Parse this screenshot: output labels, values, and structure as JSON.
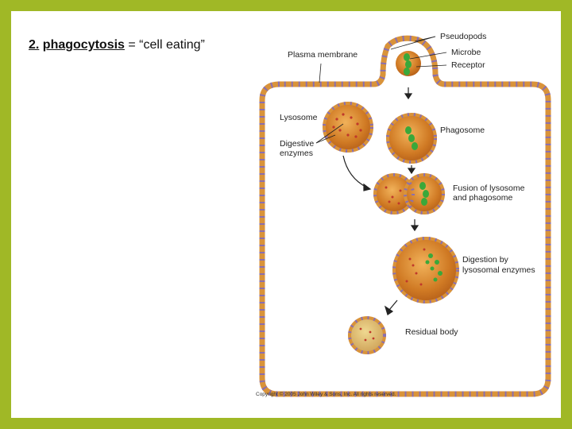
{
  "heading": {
    "number": "2.",
    "term": "phagocytosis",
    "separator": " = ",
    "definition": "“cell eating”"
  },
  "diagram": {
    "labels": {
      "pseudopods": "Pseudopods",
      "plasma_membrane": "Plasma membrane",
      "microbe": "Microbe",
      "receptor": "Receptor",
      "lysosome": "Lysosome",
      "phagosome": "Phagosome",
      "digestive_enzymes_1": "Digestive",
      "digestive_enzymes_2": "enzymes",
      "fusion_1": "Fusion of lysosome",
      "fusion_2": "and phagosome",
      "digestion_1": "Digestion by",
      "digestion_2": "lysosomal enzymes",
      "residual_body": "Residual body"
    },
    "copyright": "Copyright © 2005 John Wiley & Sons, Inc. All rights reserved."
  },
  "colors": {
    "frame": "#a0b826",
    "membrane": "#d9933a",
    "membrane_dots": "#8a6fb0",
    "vesicle": "#c9741f",
    "microbe": "#3aa83a",
    "enzymes": "#c0392b"
  }
}
